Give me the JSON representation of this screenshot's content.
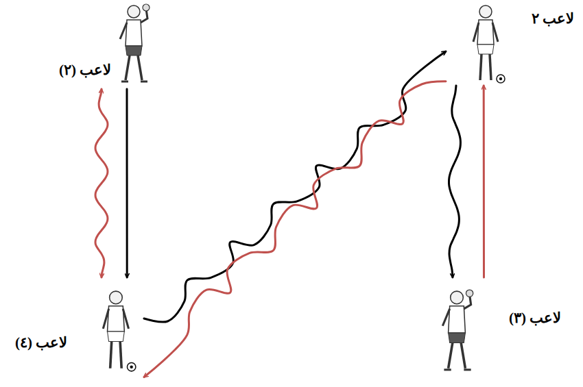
{
  "diagram": {
    "nodes": [
      {
        "text": [
          "لاعب ٢"
        ]
      },
      {
        "text": [
          "لاعب (٢)"
        ]
      },
      {
        "text": [
          "لاعب (٤)"
        ]
      },
      {
        "text": [
          "لاعب (٣)"
        ]
      }
    ],
    "edges": [
      {
        "from": 1,
        "to": 2,
        "arrow": "to"
      },
      {
        "from": 1,
        "to": 2,
        "arrow": "both"
      },
      {
        "from": 2,
        "to": 0,
        "arrow": "to"
      },
      {
        "from": 0,
        "to": 2,
        "arrow": "to"
      },
      {
        "from": 0,
        "to": 3,
        "arrow": "to"
      },
      {
        "from": 3,
        "to": 0,
        "arrow": "to"
      }
    ]
  }
}
